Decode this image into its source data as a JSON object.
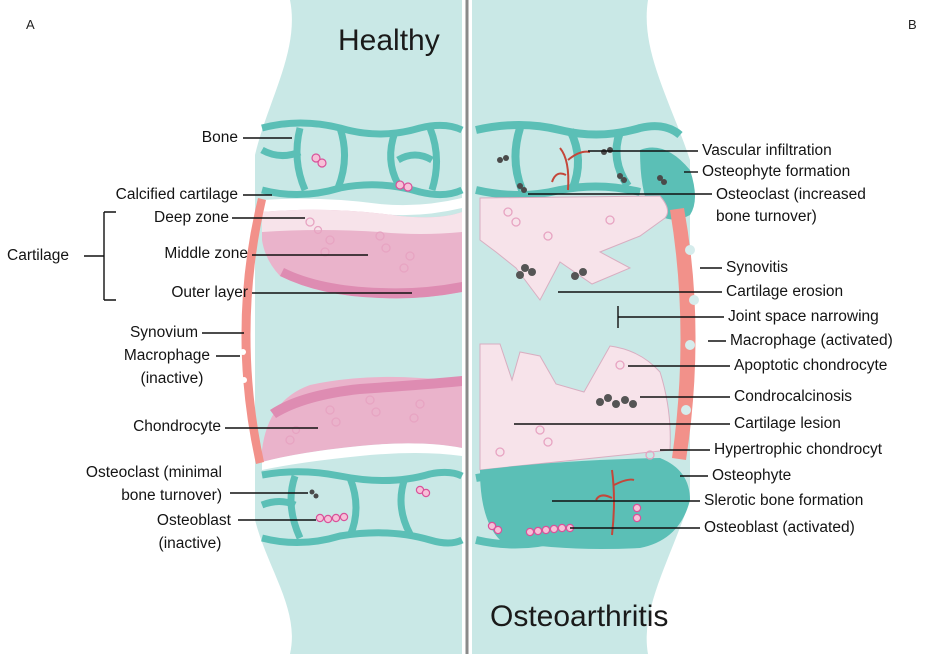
{
  "panels": {
    "left": "A",
    "right": "B"
  },
  "titles": {
    "healthy": "Healthy",
    "oa": "Osteoarthritis"
  },
  "colors": {
    "bone": "#c9e8e6",
    "trabecula": "#5bbfb6",
    "cartilage_light": "#f7e3ea",
    "cartilage_mid": "#eab3cb",
    "cartilage_dark": "#de8cb2",
    "synovium": "#f2918a",
    "vessel": "#c4473a",
    "osteoclast": "#4a4a4a",
    "divider": "#8a8a8a"
  },
  "left_labels": {
    "bone": "Bone",
    "calcified_cartilage": "Calcified cartilage",
    "cartilage": "Cartilage",
    "deep_zone": "Deep zone",
    "middle_zone": "Middle zone",
    "outer_layer": "Outer layer",
    "synovium": "Synovium",
    "macrophage_1": "Macrophage",
    "macrophage_2": "(inactive)",
    "chondrocyte": "Chondrocyte",
    "osteoclast_1": "Osteoclast (minimal",
    "osteoclast_2": "bone turnover)",
    "osteoblast_1": "Osteoblast",
    "osteoblast_2": "(inactive)"
  },
  "right_labels": {
    "vascular_infiltration": "Vascular infiltration",
    "osteophyte_formation": "Osteophyte formation",
    "osteoclast_1": "Osteoclast (increased",
    "osteoclast_2": "bone turnover)",
    "synovitis": "Synovitis",
    "cartilage_erosion": "Cartilage erosion",
    "joint_space_narrowing": "Joint space narrowing",
    "macrophage_activated": "Macrophage (activated)",
    "apoptotic_chondrocyte": "Apoptotic chondrocyte",
    "condrocalcinosis": "Condrocalcinosis",
    "cartilage_lesion": "Cartilage lesion",
    "hypertrophic_chondrocyt": "Hypertrophic chondrocyt",
    "osteophyte": "Osteophyte",
    "slerotic_bone_formation": "Slerotic bone formation",
    "osteoblast_activated": "Osteoblast (activated)"
  }
}
